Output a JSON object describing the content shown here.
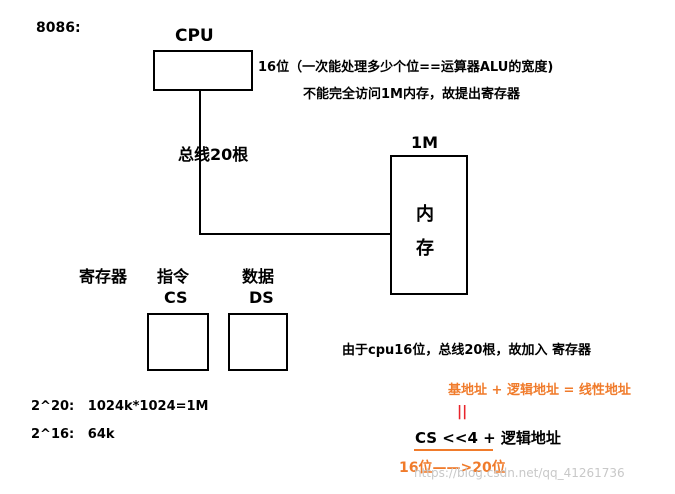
{
  "title": "8086:",
  "cpu": {
    "label": "CPU"
  },
  "cpu_note": {
    "line1": "16位（一次能处理多少个位==运算器ALU的宽度)",
    "line2": "不能完全访问1M内存，故提出寄存器"
  },
  "bus_label": "总线20根",
  "memory": {
    "size_label": "1M",
    "char1": "内",
    "char2": "存"
  },
  "registers": {
    "label": "寄存器",
    "cs": {
      "line1": "指令",
      "line2": "CS"
    },
    "ds": {
      "line1": "数据",
      "line2": "DS"
    }
  },
  "reason": "由于cpu16位，总线20根，故加入 寄存器",
  "formula": {
    "top": "基地址 + 逻辑地址 = 线性地址",
    "equals": "||",
    "main": "CS <<4 + 逻辑地址",
    "bottom": "16位——>20位"
  },
  "calc": {
    "line1": "2^20:   1024k*1024=1M",
    "line2": "2^16:   64k"
  },
  "watermark": "https://blog.csdn.net/qq_41261736",
  "colors": {
    "accent": "#f07b2b",
    "equals": "#e8242b"
  }
}
